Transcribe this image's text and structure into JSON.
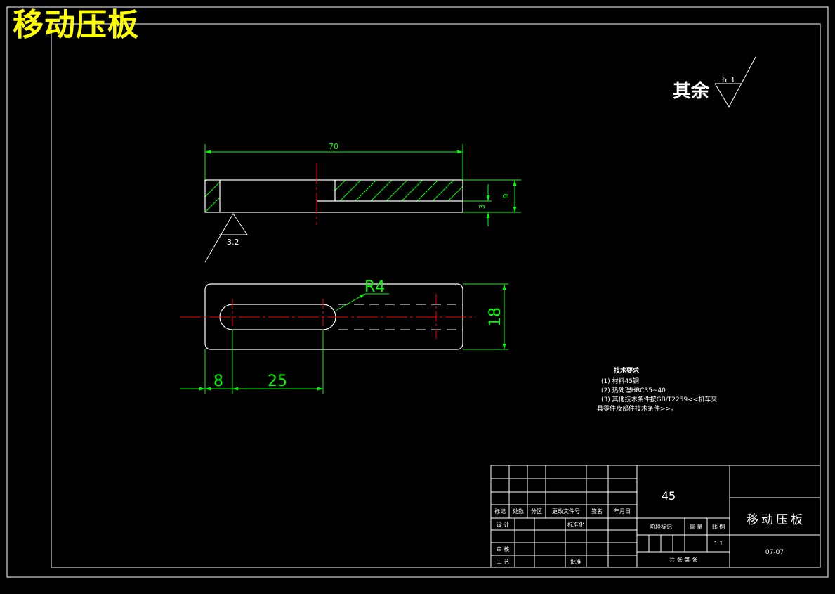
{
  "title": "移动压板",
  "surface_finish": {
    "label": "其余",
    "value": "6.3"
  },
  "section_view": {
    "roughness_value": "3.2",
    "dims": {
      "length": "70",
      "height": "9",
      "slot_depth": "3"
    }
  },
  "plan_view": {
    "dims": {
      "radius": "R4",
      "width": "18",
      "offset": "8",
      "slot_length": "25"
    }
  },
  "tech_requirements": {
    "heading": "技术要求",
    "lines": [
      "(1) 材料45钢",
      "(2) 热处理HRC35~40",
      "(3) 其他技术条件按GB/T2259<<机车夹",
      "具零件及部件技术条件>>。"
    ]
  },
  "title_block": {
    "material": "45",
    "part_name": "移动压板",
    "drawing_no": "07-07",
    "scale_value": "1:1",
    "headers": [
      "标记",
      "处数",
      "分区",
      "更改文件号",
      "签名",
      "年月日"
    ],
    "designer": "设 计",
    "standardization": "标准化",
    "stage_mark": "阶段标记",
    "weight": "重 量",
    "scale": "比 例",
    "reviewer": "审 核",
    "process": "工 艺",
    "approve": "批准",
    "sheets": "共   张   第   张"
  },
  "colors": {
    "background": "#000000",
    "outline": "#ffffff",
    "dimension": "#00ff00",
    "centerline": "#ff0000",
    "title": "#ffff00"
  }
}
